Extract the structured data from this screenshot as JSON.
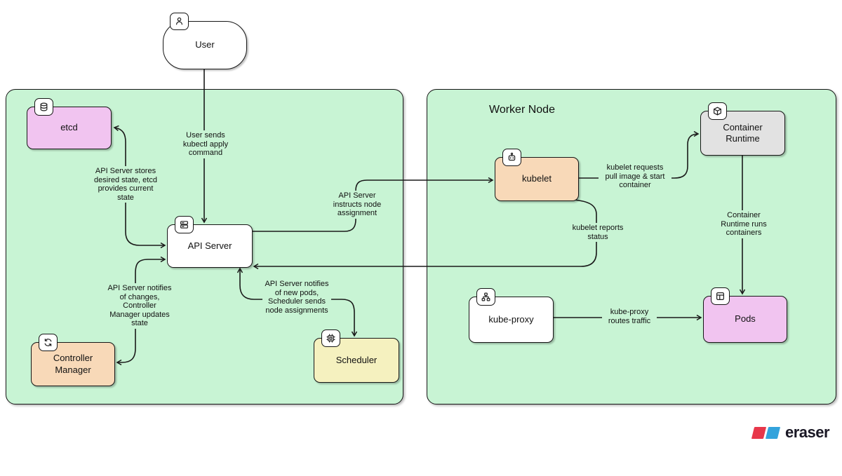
{
  "clusters": {
    "worker_node": {
      "title": "Worker Node"
    }
  },
  "nodes": {
    "user": {
      "label": "User",
      "icon": "person-icon",
      "fill": "#ffffff"
    },
    "etcd": {
      "label": "etcd",
      "icon": "database-icon",
      "fill": "#f1c4f0"
    },
    "api_server": {
      "label": "API Server",
      "icon": "server-icon",
      "fill": "#ffffff"
    },
    "controller_manager": {
      "label": "Controller Manager",
      "icon": "refresh-icon",
      "fill": "#f8d9b8"
    },
    "scheduler": {
      "label": "Scheduler",
      "icon": "cpu-icon",
      "fill": "#f5f1bf"
    },
    "kubelet": {
      "label": "kubelet",
      "icon": "robot-icon",
      "fill": "#f8d9b8"
    },
    "container_runtime": {
      "label": "Container Runtime",
      "icon": "cube-icon",
      "fill": "#e2e2e2"
    },
    "kube_proxy": {
      "label": "kube-proxy",
      "icon": "sitemap-icon",
      "fill": "#ffffff"
    },
    "pods": {
      "label": "Pods",
      "icon": "layout-icon",
      "fill": "#f1c4f0"
    }
  },
  "edges": {
    "user_to_api_server": {
      "label": "User sends kubectl apply command"
    },
    "api_server_etcd": {
      "label": "API Server stores desired state, etcd provides current state"
    },
    "api_server_controller_manager": {
      "label": "API Server notifies of changes, Controller Manager updates state"
    },
    "api_server_scheduler": {
      "label": "API Server notifies of new pods, Scheduler sends node assignments"
    },
    "api_server_to_kubelet": {
      "label": "API Server instructs node assignment"
    },
    "kubelet_to_api_server": {
      "label": "kubelet reports status"
    },
    "kubelet_to_container_runtime": {
      "label": "kubelet requests pull image & start container"
    },
    "container_runtime_to_pods": {
      "label": "Container Runtime runs containers"
    },
    "kube_proxy_to_pods": {
      "label": "kube-proxy routes traffic"
    }
  },
  "watermark": {
    "brand": "eraser"
  },
  "colors": {
    "cluster_fill": "#c8f4d4",
    "node_purple": "#f1c4f0",
    "node_peach": "#f8d9b8",
    "node_yellow": "#f5f1bf",
    "node_gray": "#e2e2e2",
    "node_white": "#ffffff",
    "stroke": "#1a1a1a",
    "logo_red": "#e8374a",
    "logo_blue": "#33a3dc"
  }
}
